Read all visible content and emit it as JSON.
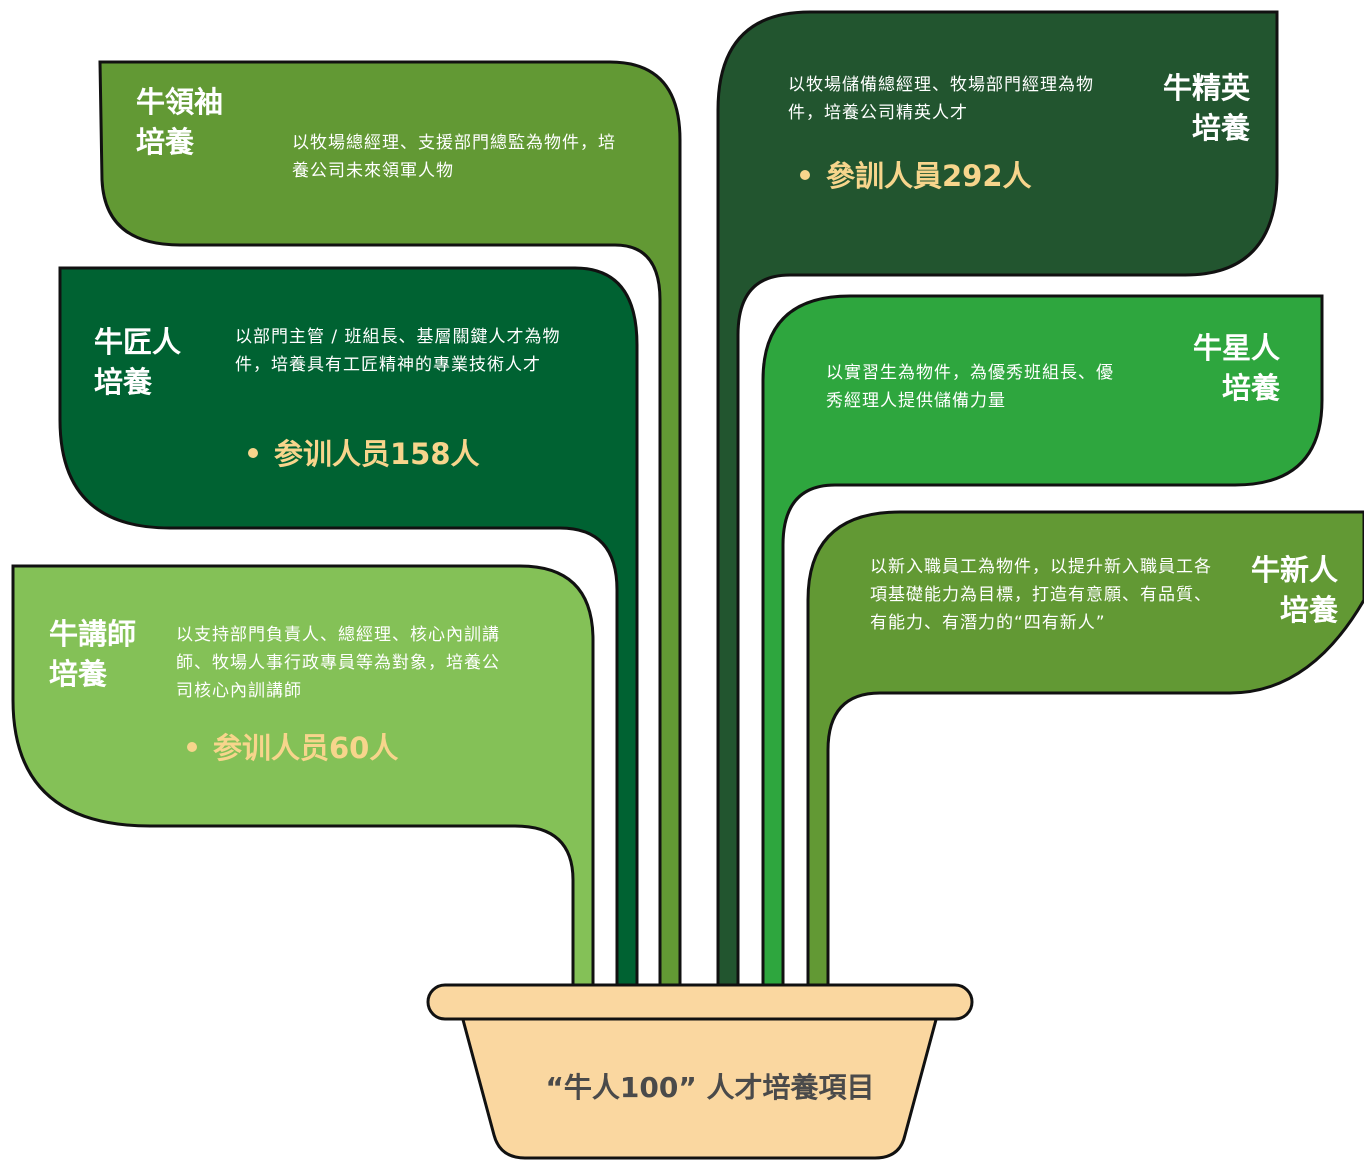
{
  "colors": {
    "leader": "#629934",
    "elite": "#22552f",
    "craftsman": "#006232",
    "star": "#2ea63e",
    "lecturer": "#84c157",
    "newcomer": "#629934",
    "pot": "#fad7a0",
    "count_text": "#f7d58c",
    "outline": "#111111"
  },
  "pot": {
    "label": "“牛人100” 人才培養項目"
  },
  "leaves": {
    "leader": {
      "title_line1": "牛領袖",
      "title_line2": "培養",
      "description": "以牧場總經理、支援部門總監為物件，培養公司未來領軍人物"
    },
    "elite": {
      "title_line1": "牛精英",
      "title_line2": "培養",
      "description": "以牧場儲備總經理、牧場部門經理為物件，培養公司精英人才",
      "count": "參訓人員292人"
    },
    "craftsman": {
      "title_line1": "牛匠人",
      "title_line2": "培養",
      "description": "以部門主管 / 班組長、基層關鍵人才為物件，培養具有工匠精神的專業技術人才",
      "count": "参训人员158人"
    },
    "star": {
      "title_line1": "牛星人",
      "title_line2": "培養",
      "description": "以實習生為物件，為優秀班組長、優秀經理人提供儲備力量"
    },
    "lecturer": {
      "title_line1": "牛講師",
      "title_line2": "培養",
      "description": "以支持部門負責人、總經理、核心內訓講師、牧場人事行政專員等為對象，培養公司核心內訓講師",
      "count": "参训人员60人"
    },
    "newcomer": {
      "title_line1": "牛新人",
      "title_line2": "培養",
      "description": "以新入職員工為物件，以提升新入職員工各項基礎能力為目標，打造有意願、有品質、有能力、有潛力的“四有新人”"
    }
  }
}
